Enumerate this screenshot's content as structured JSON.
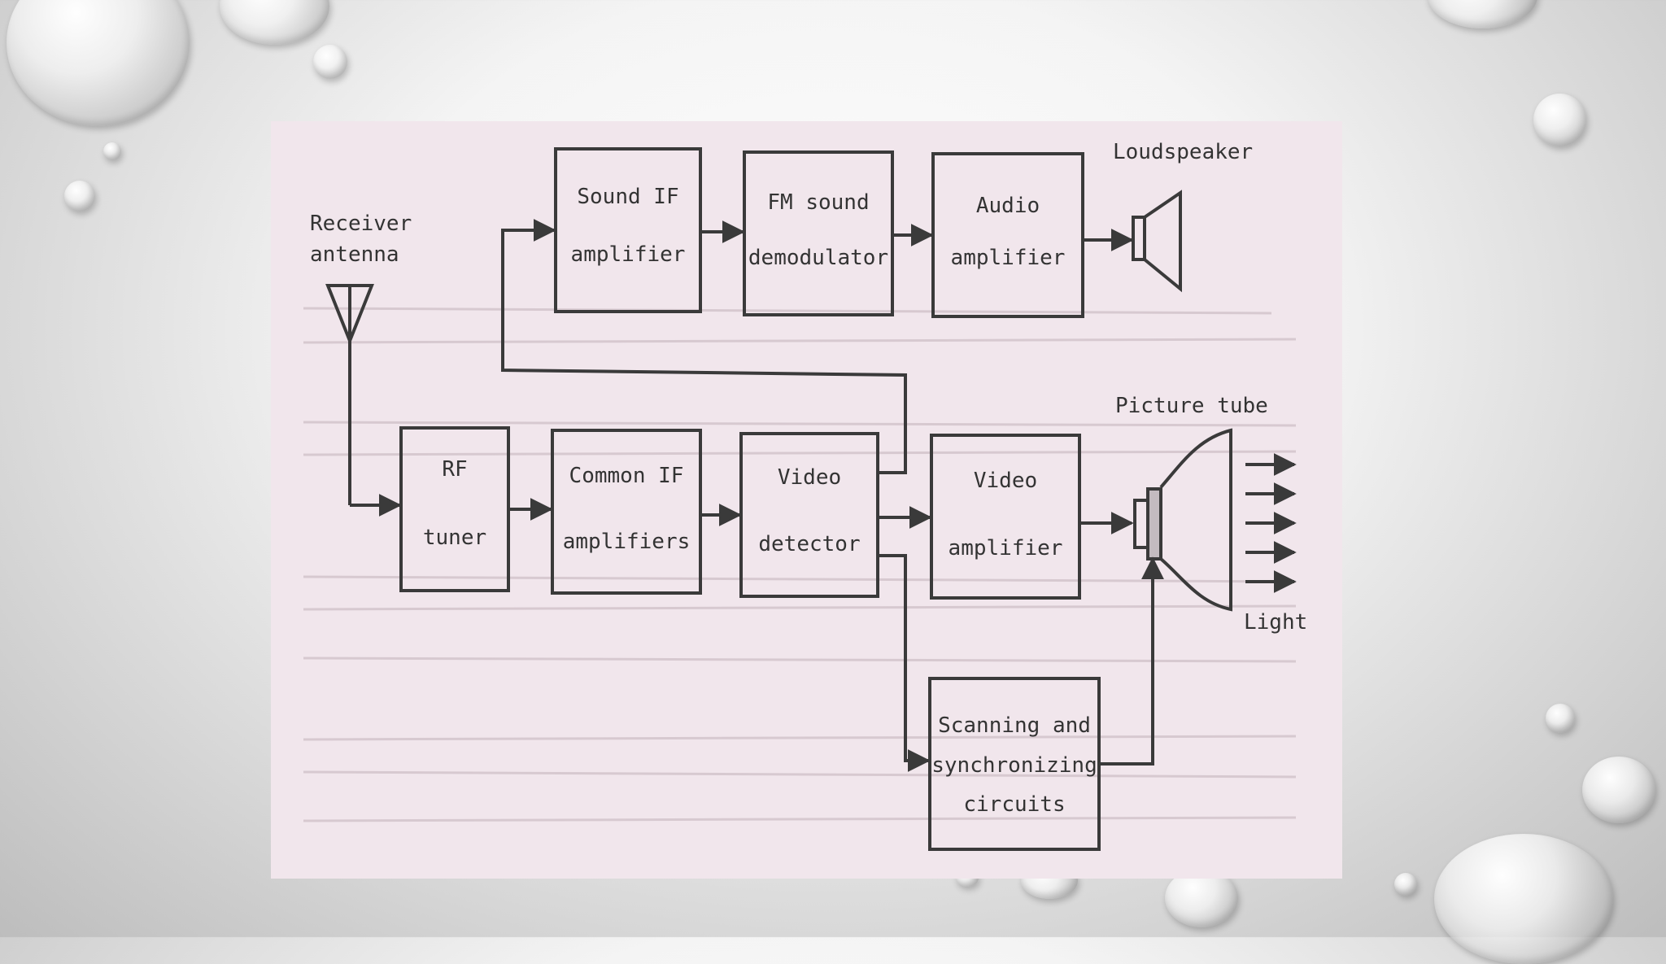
{
  "diagram": {
    "labels": {
      "receiver_antenna_line1": "Receiver",
      "receiver_antenna_line2": "antenna",
      "loudspeaker": "Loudspeaker",
      "picture_tube": "Picture tube",
      "light": "Light"
    },
    "blocks": {
      "sound_if": [
        "Sound IF",
        "amplifier"
      ],
      "fm_sound": [
        "FM sound",
        "demodulator"
      ],
      "audio_amp": [
        "Audio",
        "amplifier"
      ],
      "rf_tuner": [
        "RF",
        "tuner"
      ],
      "common_if": [
        "Common IF",
        "amplifiers"
      ],
      "video_det": [
        "Video",
        "detector"
      ],
      "video_amp": [
        "Video",
        "amplifier"
      ],
      "scanning": [
        "Scanning and",
        "synchronizing",
        "circuits"
      ]
    }
  },
  "colors": {
    "panel_bg": "#f1e6ec",
    "ink": "#3a3a3a"
  }
}
